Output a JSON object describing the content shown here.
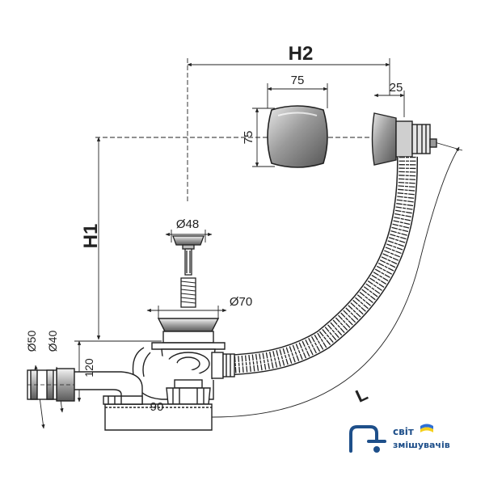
{
  "labels": {
    "h2": "H2",
    "h1": "H1",
    "l": "L",
    "cap_width": "75",
    "cap_height": "75",
    "overflow_depth": "25",
    "plug_diameter": "Ø48",
    "drain_diameter": "Ø70",
    "pipe_outer": "Ø50",
    "pipe_inner": "Ø40",
    "trap_height": "120",
    "trap_offset": "90"
  },
  "logo": {
    "line1": "світ",
    "line2": "змішувачів",
    "icon": "faucet-logo-icon",
    "colors": {
      "brand_blue": "#1e4f8a",
      "flag_blue": "#2d6fd6",
      "flag_yellow": "#f5cf1b"
    }
  }
}
